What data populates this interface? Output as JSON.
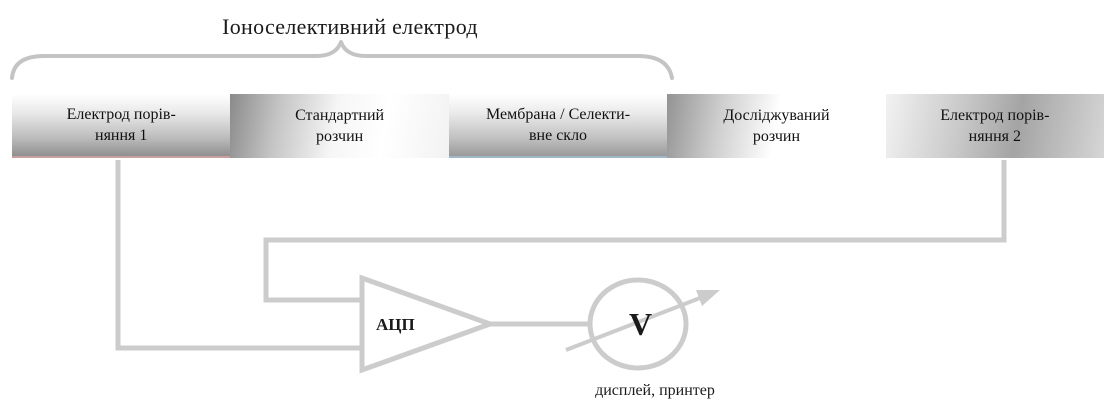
{
  "title": "Іоноселективний електрод",
  "cells": [
    {
      "line1": "Електрод порів-",
      "line2": "няння  1"
    },
    {
      "line1": "Стандартний",
      "line2": "розчин"
    },
    {
      "line1": "Мембрана / Селекти-",
      "line2": "вне скло"
    },
    {
      "line1": "Досліджуваний",
      "line2": "розчин"
    },
    {
      "line1": "Електрод порів-",
      "line2": "няння  2"
    }
  ],
  "adc_label": "АЦП",
  "voltmeter_label": "V",
  "caption": "дисплей, принтер",
  "colors": {
    "wire": "#cccccc",
    "text": "#1a1a1a"
  }
}
